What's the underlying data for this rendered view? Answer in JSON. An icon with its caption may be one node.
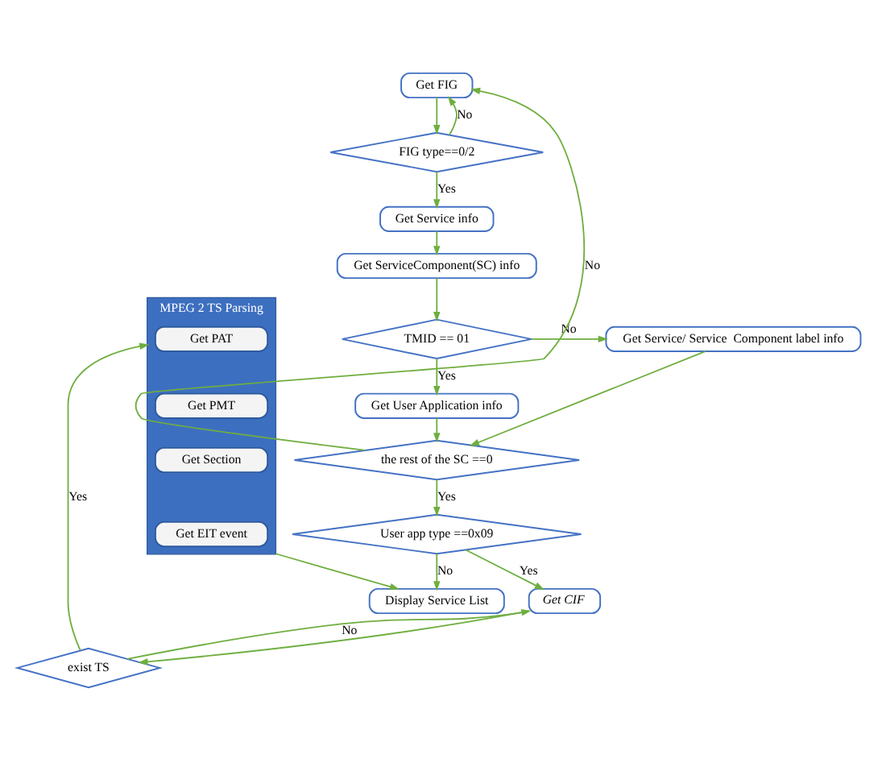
{
  "diagram": {
    "nodes": [
      {
        "text": [
          "Get FIG"
        ]
      },
      {
        "text": [
          "FIG type==0/2"
        ]
      },
      {
        "text": [
          "Get Service info"
        ]
      },
      {
        "text": [
          "Get ServiceComponent(SC) info"
        ]
      },
      {
        "text": [
          "TMID == 01"
        ]
      },
      {
        "text": [
          "Get Service/ Service  Component label info"
        ]
      },
      {
        "text": [
          "Get User Application info"
        ]
      },
      {
        "text": [
          "the rest of the SC ==0"
        ]
      },
      {
        "text": [
          "User app type ==0x09"
        ]
      },
      {
        "text": [
          "Get CIF"
        ]
      },
      {
        "text": [
          "exist TS"
        ]
      },
      {
        "text": [
          "MPEG 2 TS Parsing"
        ]
      },
      {
        "text": [
          "Get PAT"
        ],
        "in": 11
      },
      {
        "text": [
          "Get PMT"
        ],
        "in": 11
      },
      {
        "text": [
          "Get Section"
        ],
        "in": 11
      },
      {
        "text": [
          "Get EIT event"
        ],
        "in": 11
      },
      {
        "text": [
          "Display Service List"
        ]
      }
    ],
    "edges": [
      {
        "from": 0,
        "to": 1,
        "arrow": "to"
      },
      {
        "from": 1,
        "to": 0,
        "arrow": "to",
        "label": "No"
      },
      {
        "from": 1,
        "to": 2,
        "arrow": "to",
        "label": "Yes"
      },
      {
        "from": 2,
        "to": 3,
        "arrow": "to"
      },
      {
        "from": 3,
        "to": 4,
        "arrow": "to"
      },
      {
        "from": 4,
        "to": 5,
        "arrow": "to",
        "label": "No"
      },
      {
        "from": 4,
        "to": 6,
        "arrow": "to",
        "label": "Yes"
      },
      {
        "from": 5,
        "to": 7,
        "arrow": "to"
      },
      {
        "from": 6,
        "to": 7,
        "arrow": "to"
      },
      {
        "from": 7,
        "to": 0,
        "arrow": "to",
        "label": "No"
      },
      {
        "from": 7,
        "to": 8,
        "arrow": "to",
        "label": "Yes"
      },
      {
        "from": 8,
        "to": 9,
        "arrow": "to",
        "label": "Yes"
      },
      {
        "from": 8,
        "to": 16,
        "arrow": "to",
        "label": "No"
      },
      {
        "from": 9,
        "to": 10,
        "arrow": "to"
      },
      {
        "from": 10,
        "to": 11,
        "arrow": "to",
        "label": "Yes"
      },
      {
        "from": 10,
        "to": 9,
        "arrow": "to",
        "label": "No"
      },
      {
        "from": 11,
        "to": 16,
        "arrow": "to"
      }
    ]
  }
}
